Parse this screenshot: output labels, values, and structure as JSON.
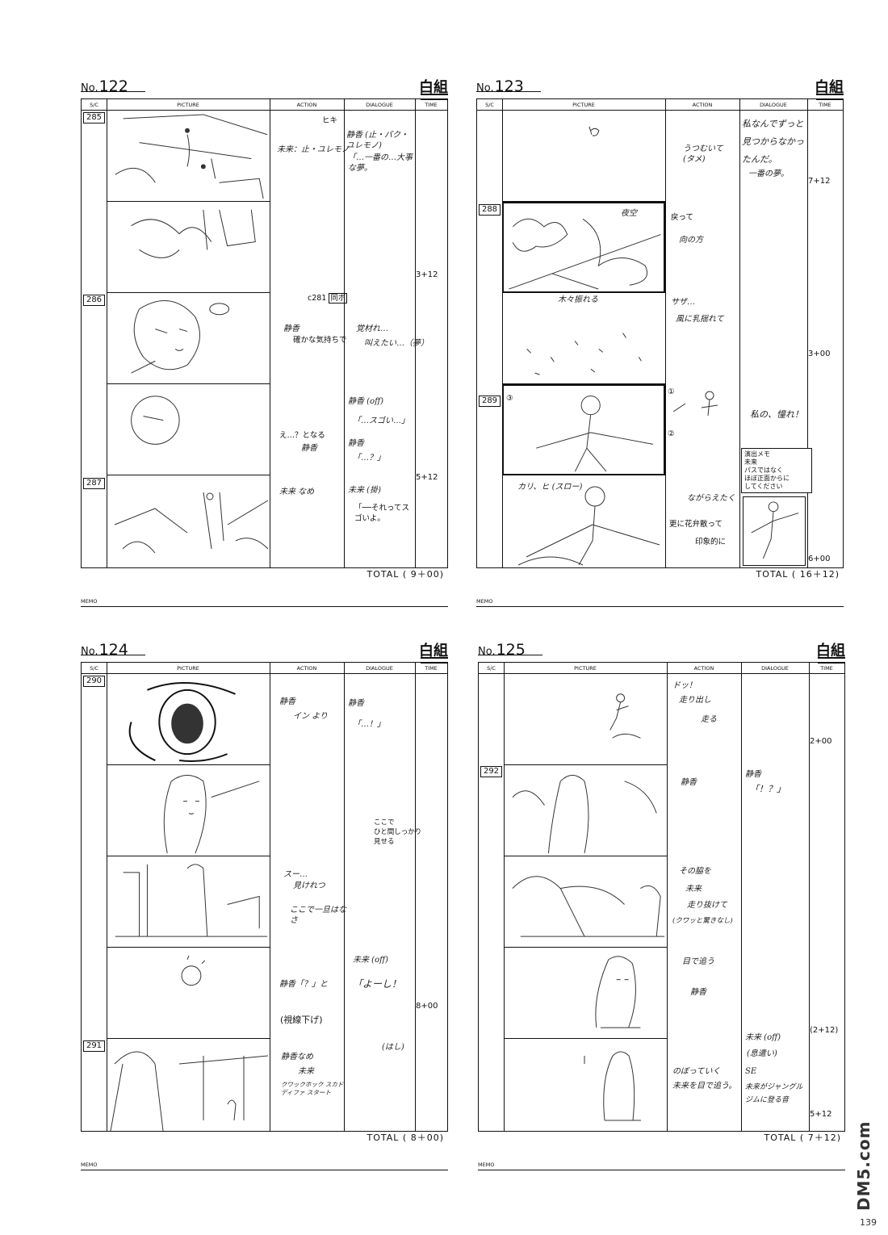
{
  "sheets": [
    {
      "no_prefix": "No.",
      "no": "122",
      "studio": "白組",
      "headers": {
        "sc": "S/C",
        "picture": "PICTURE",
        "action": "ACTION",
        "dialogue": "DIALOGUE",
        "time": "TIME"
      },
      "cuts": [
        "285",
        "286",
        "287"
      ],
      "actions": [
        "ヒキ",
        "未来：止・ユレモノ",
        "c281",
        "同ポ",
        "静香",
        "確かな気持ちで",
        "え…？となる",
        "静香",
        "未来 なめ"
      ],
      "dialogues": [
        "静香 (止・パク・ユレモノ)",
        "「…一番の…大事な夢。",
        "覚材れ…",
        "叫えたい…（夢）",
        "静香 (off)",
        "「…スゴい…」",
        "静香",
        "「…？」",
        "未来 (掛)",
        "「──それってスゴいよ。"
      ],
      "times": [
        "3+12",
        "5+12"
      ],
      "total_label": "TOTAL (",
      "total_value": "9＋00",
      "total_close": ")",
      "memo": "MEMO"
    },
    {
      "no_prefix": "No.",
      "no": "123",
      "studio": "白組",
      "headers": {
        "sc": "S/C",
        "picture": "PICTURE",
        "action": "ACTION",
        "dialogue": "DIALOGUE",
        "time": "TIME"
      },
      "cuts": [
        "288",
        "289"
      ],
      "actions": [
        "うつむいて (タメ)",
        "戻って",
        "向の方",
        "サザ…",
        "風に乳揺れて",
        "①",
        "②",
        "ながらえたく",
        "更に花弁散って",
        "印象的に"
      ],
      "dialogues": [
        "私なんでずっと見つからなかったんだ。",
        "一番の夢。",
        "私の、憧れ！"
      ],
      "picture_labels": [
        "夜空",
        "木々振れる",
        "③",
        "カリ、ヒ (スロー)"
      ],
      "note": "演出メモ\n未来\nパスではなく\nほぼ正面からに\nしてください",
      "times": [
        "7+12",
        "3+00",
        "6+00"
      ],
      "total_label": "TOTAL (",
      "total_value": "16＋12",
      "total_close": ")",
      "memo": "MEMO"
    },
    {
      "no_prefix": "No.",
      "no": "124",
      "studio": "白組",
      "headers": {
        "sc": "S/C",
        "picture": "PICTURE",
        "action": "ACTION",
        "dialogue": "DIALOGUE",
        "time": "TIME"
      },
      "cuts": [
        "290",
        "291"
      ],
      "actions": [
        "静香",
        "イン より",
        "スー…",
        "見けれつ",
        "ここで一旦はなさ",
        "静香「？」と",
        "(視線下げ)",
        "静香なめ",
        "未来",
        "クワックホック スカドディファ スタート"
      ],
      "dialogues": [
        "静香",
        "「…！」",
        "ここで\nひと間しっかり\n見せる",
        "未来 (off)",
        "「よーし！",
        "(はし)"
      ],
      "times": [
        "8+00"
      ],
      "total_label": "TOTAL (",
      "total_value": "8＋00",
      "total_close": ")",
      "memo": "MEMO"
    },
    {
      "no_prefix": "No.",
      "no": "125",
      "studio": "白組",
      "headers": {
        "sc": "S/C",
        "picture": "PICTURE",
        "action": "ACTION",
        "dialogue": "DIALOGUE",
        "time": "TIME"
      },
      "cuts": [
        "292"
      ],
      "actions": [
        "ドッ！",
        "走り出し",
        "走る",
        "静香",
        "その脇を",
        "未来",
        "走り抜けて",
        "(クワッと驚きなし)",
        "目で追う",
        "静香",
        "のぼっていく",
        "未来を目で追う。"
      ],
      "dialogues": [
        "静香",
        "「！？」",
        "未来 (off)",
        "(息遣い)",
        "SE",
        "未来がジャングルジムに登る音"
      ],
      "times": [
        "2+00",
        "(2+12)",
        "5+12"
      ],
      "total_label": "TOTAL (",
      "total_value": "7＋12",
      "total_close": ")",
      "memo": "MEMO"
    }
  ],
  "watermark": "DM5.com",
  "page_number": "139"
}
